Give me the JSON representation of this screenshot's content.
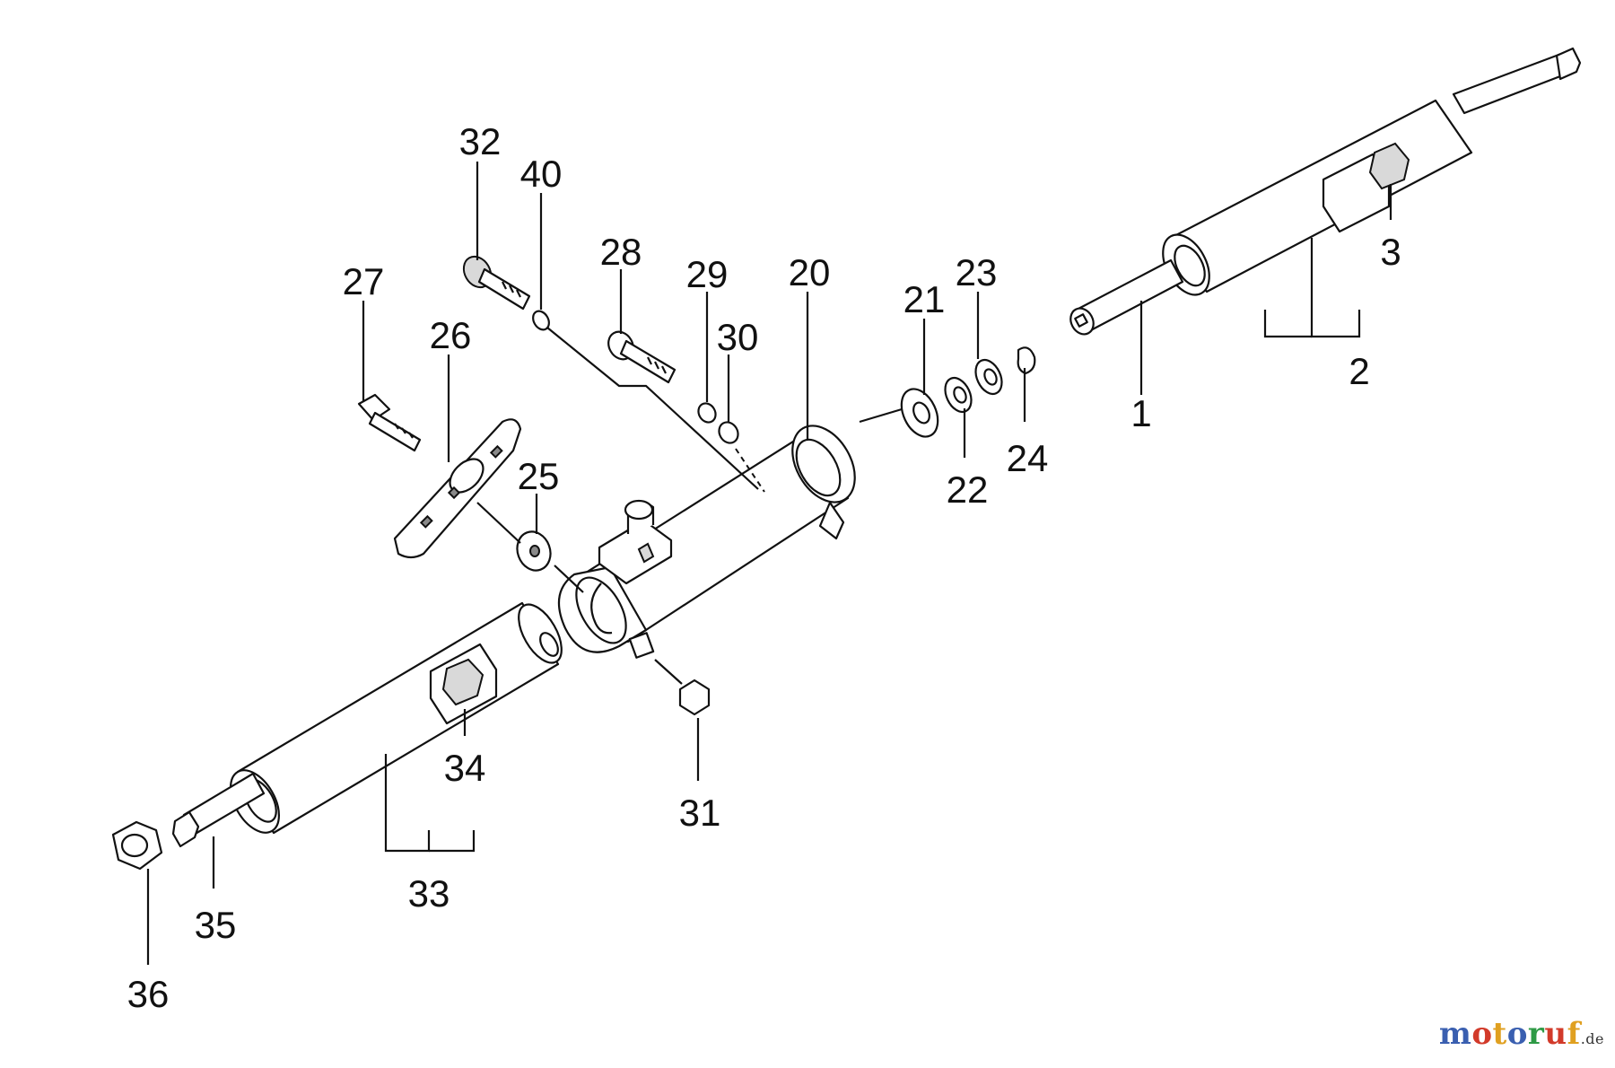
{
  "labels": {
    "p1": "1",
    "p2": "2",
    "p3": "3",
    "p20": "20",
    "p21": "21",
    "p22": "22",
    "p23": "23",
    "p24": "24",
    "p25": "25",
    "p26": "26",
    "p27": "27",
    "p28": "28",
    "p29": "29",
    "p30": "30",
    "p31": "31",
    "p32": "32",
    "p33": "33",
    "p34": "34",
    "p35": "35",
    "p36": "36",
    "p40": "40"
  },
  "watermark": {
    "letters": [
      "m",
      "o",
      "t",
      "o",
      "r",
      "u",
      "f"
    ],
    "colors": [
      "#3a5fb0",
      "#d23a2a",
      "#e0a020",
      "#3a5fb0",
      "#2e9a45",
      "#d23a2a",
      "#e0a020"
    ],
    "suffix": ".de"
  }
}
